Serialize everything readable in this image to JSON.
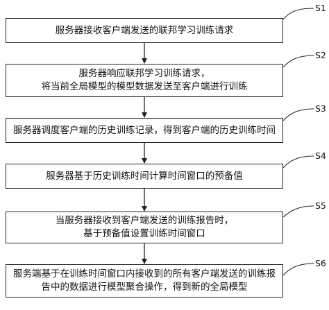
{
  "steps": [
    {
      "label": "S1",
      "lines": [
        "服务器接收客户端发送的联邦学习训练请求"
      ]
    },
    {
      "label": "S2",
      "lines": [
        "服务器响应联邦学习训练请求，",
        "将当前全局模型的模型数据发送至客户端进行训练"
      ]
    },
    {
      "label": "S3",
      "lines": [
        "服务器调度客户端的历史训练记录，得到客户端的历史训练时间"
      ]
    },
    {
      "label": "S4",
      "lines": [
        "服务器基于历史训练时间计算时间窗口的预备值"
      ]
    },
    {
      "label": "S5",
      "lines": [
        "当服务器接收到客户端发送的训练报告时，",
        "基于预备值设置训练时间窗口"
      ]
    },
    {
      "label": "S6",
      "lines": [
        "服务端基于在训练时间窗口内接收到的所有客户端发送的训练报",
        "告中的数据进行模型聚合操作，得到新的全局模型"
      ]
    }
  ]
}
